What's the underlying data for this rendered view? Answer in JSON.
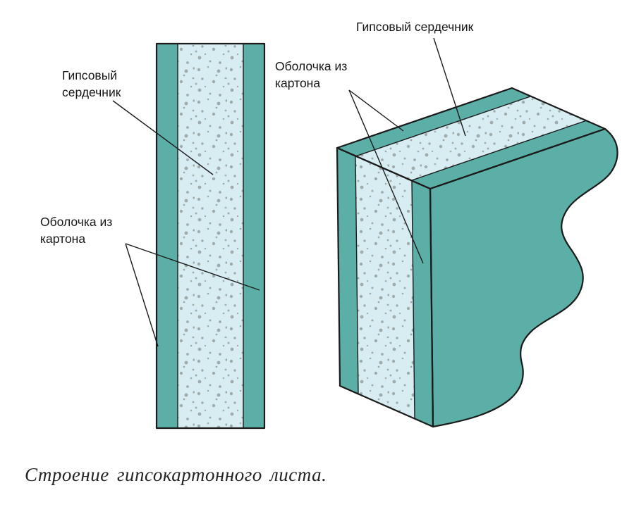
{
  "colors": {
    "carton_teal": "#5cafa7",
    "core_fill": "#d7edf2",
    "speckle": "#9aa5a2",
    "outline": "#1b1b1b"
  },
  "flat_view": {
    "core_label": {
      "line1": "Гипсовый",
      "line2": "сердечник"
    },
    "shell_label": {
      "line1": "Оболочка из",
      "line2": "картона"
    }
  },
  "perspective_view": {
    "core_label": "Гипсовый сердечник",
    "shell_label": {
      "line1": "Оболочка из",
      "line2": "картона"
    }
  },
  "caption": "Строение гипсокартонного листа."
}
